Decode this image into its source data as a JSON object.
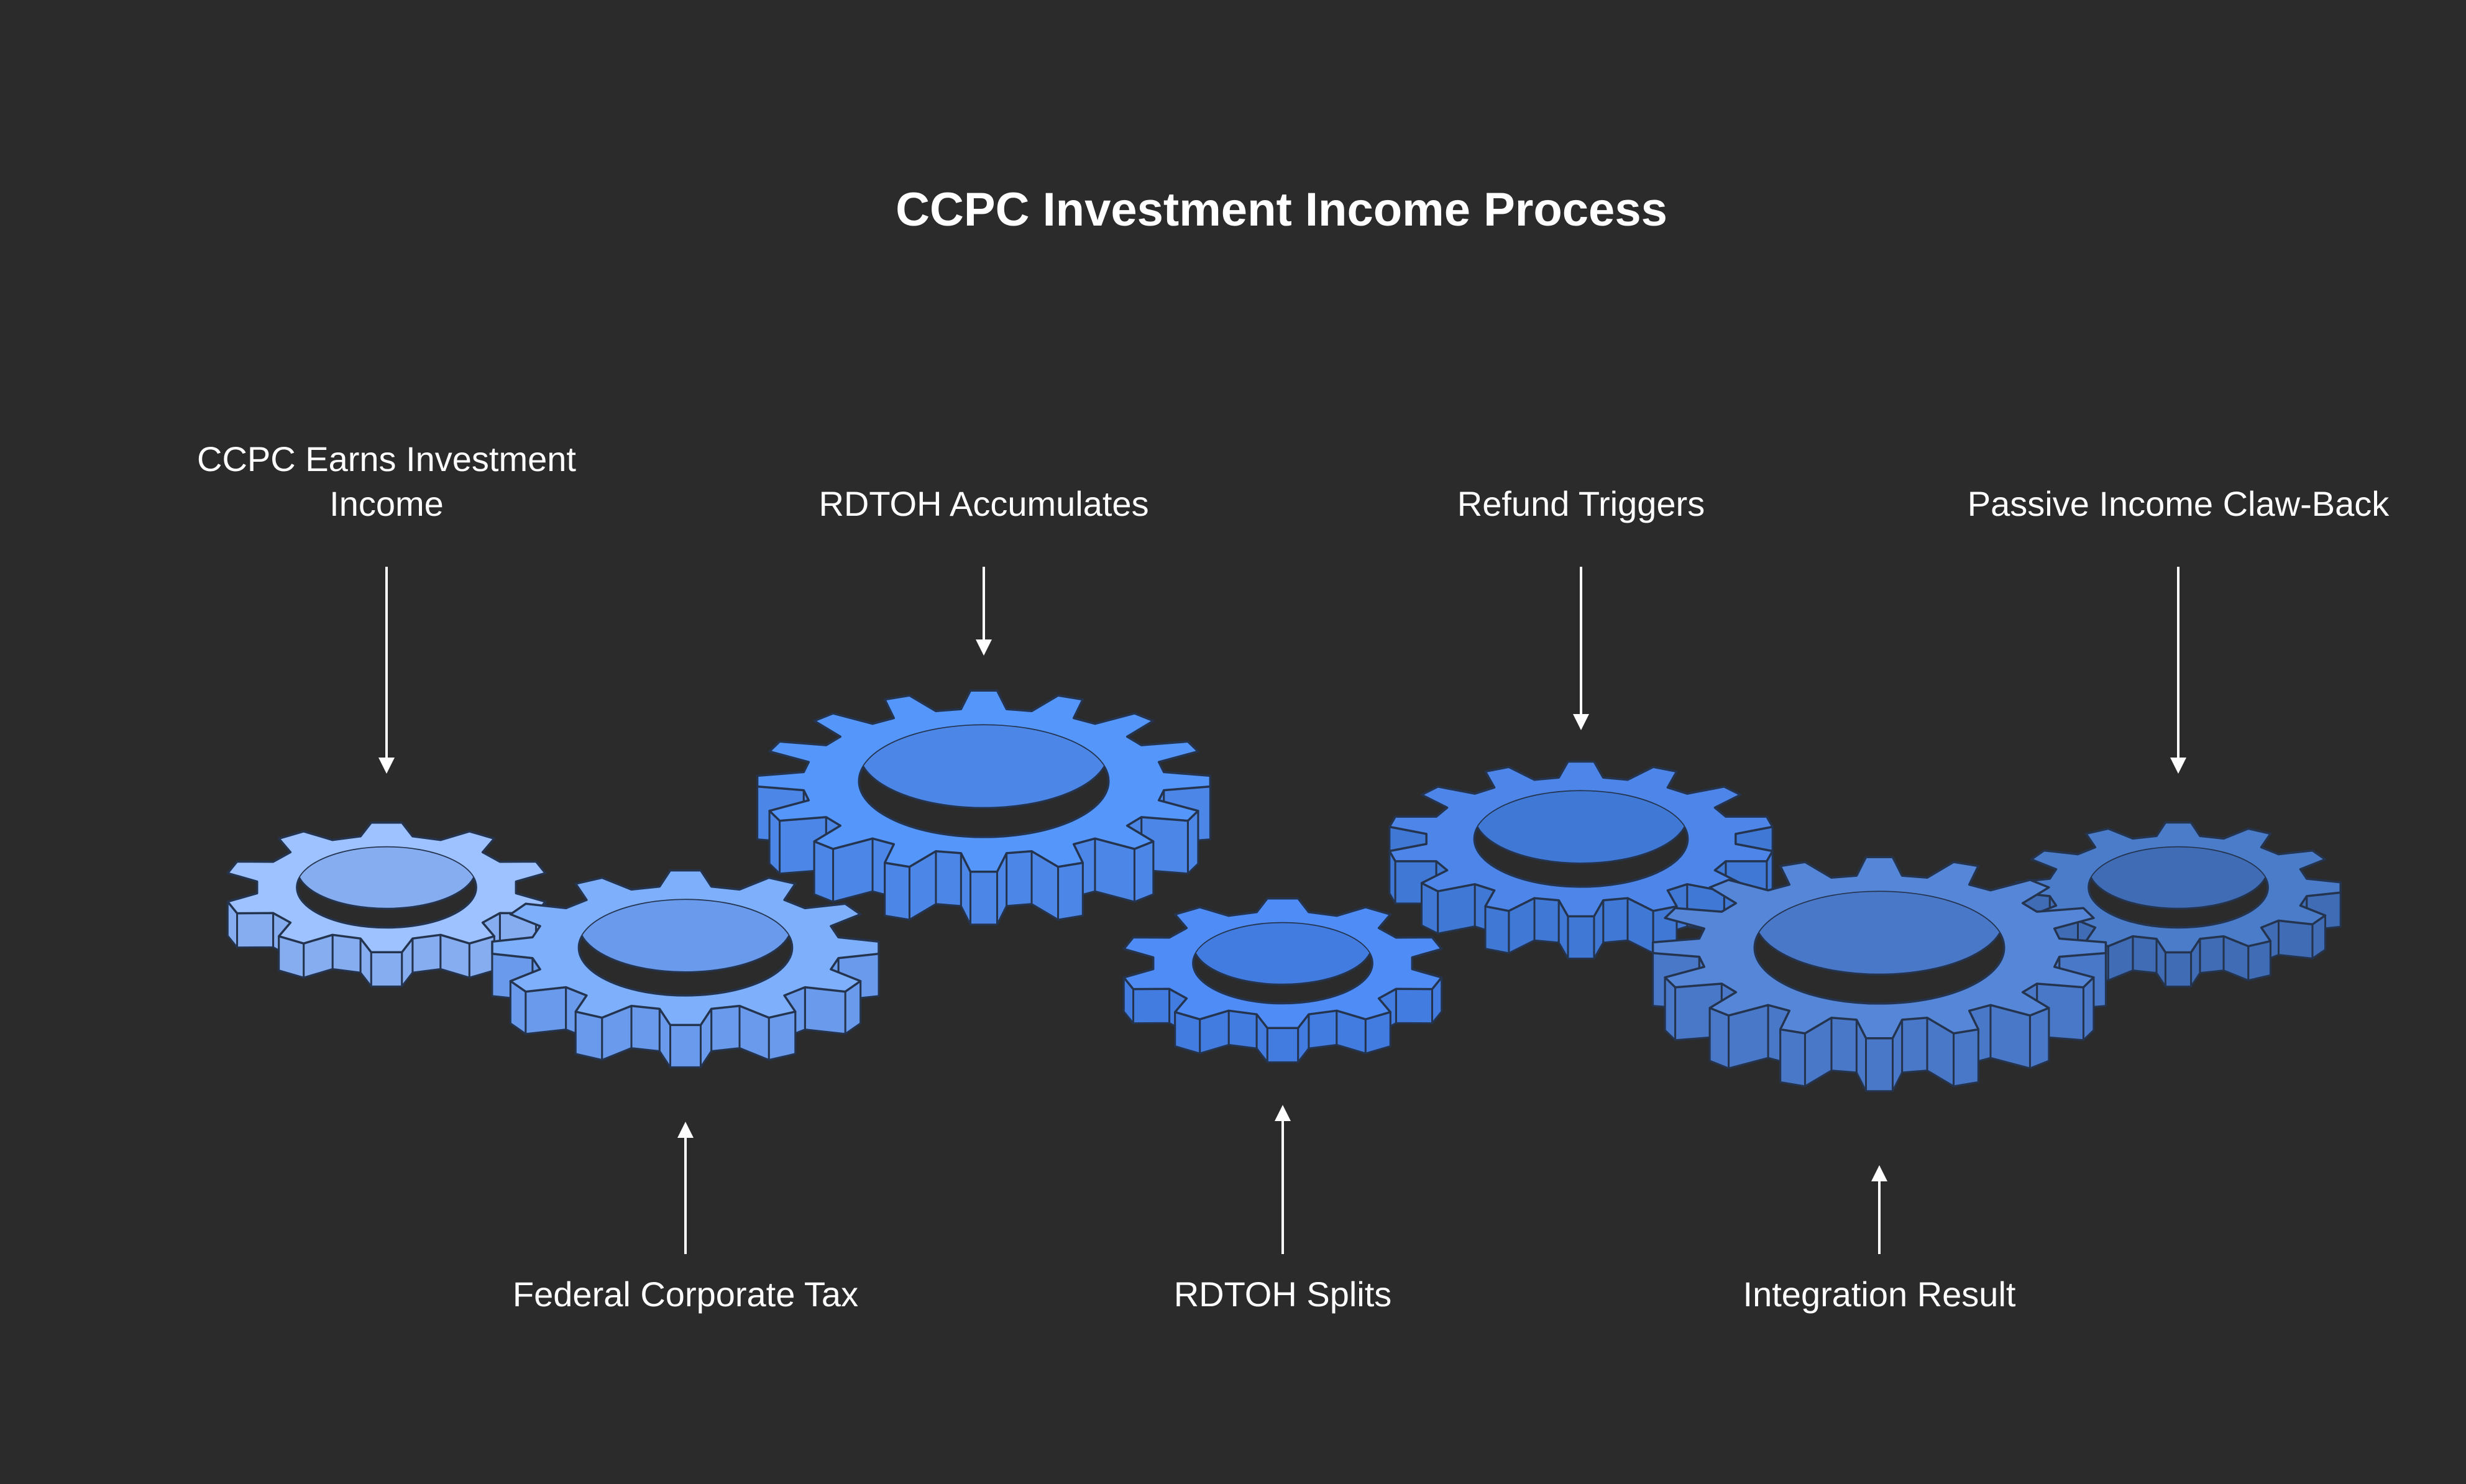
{
  "title": "CCPC Investment Income Process",
  "colors": {
    "background": "#2b2b2b",
    "text": "#ffffff",
    "outline": "#24344f"
  },
  "steps": [
    {
      "id": "earns",
      "lines": [
        "CCPC Earns Investment",
        "Income"
      ],
      "position": "top",
      "teeth": 10,
      "color": "#9dc2ff",
      "side_color": "#86adf0"
    },
    {
      "id": "federal",
      "lines": [
        "Federal Corporate Tax"
      ],
      "position": "bottom",
      "teeth": 12,
      "color": "#7eaffb",
      "side_color": "#6a9aeb"
    },
    {
      "id": "accumulates",
      "lines": [
        "RDTOH Accumulates"
      ],
      "position": "top",
      "teeth": 16,
      "color": "#5596fb",
      "side_color": "#4c87e8"
    },
    {
      "id": "splits",
      "lines": [
        "RDTOH Splits"
      ],
      "position": "bottom",
      "teeth": 10,
      "color": "#4f8cf6",
      "side_color": "#427ce0"
    },
    {
      "id": "refund",
      "lines": [
        "Refund Triggers"
      ],
      "position": "top",
      "teeth": 14,
      "color": "#4d86e8",
      "side_color": "#4078d6"
    },
    {
      "id": "integration",
      "lines": [
        "Integration Result"
      ],
      "position": "bottom",
      "teeth": 16,
      "color": "#5686d8",
      "side_color": "#4a78c8"
    },
    {
      "id": "clawback",
      "lines": [
        "Passive Income Claw-Back"
      ],
      "position": "top",
      "teeth": 12,
      "color": "#4b7cca",
      "side_color": "#3f6cb4"
    }
  ]
}
